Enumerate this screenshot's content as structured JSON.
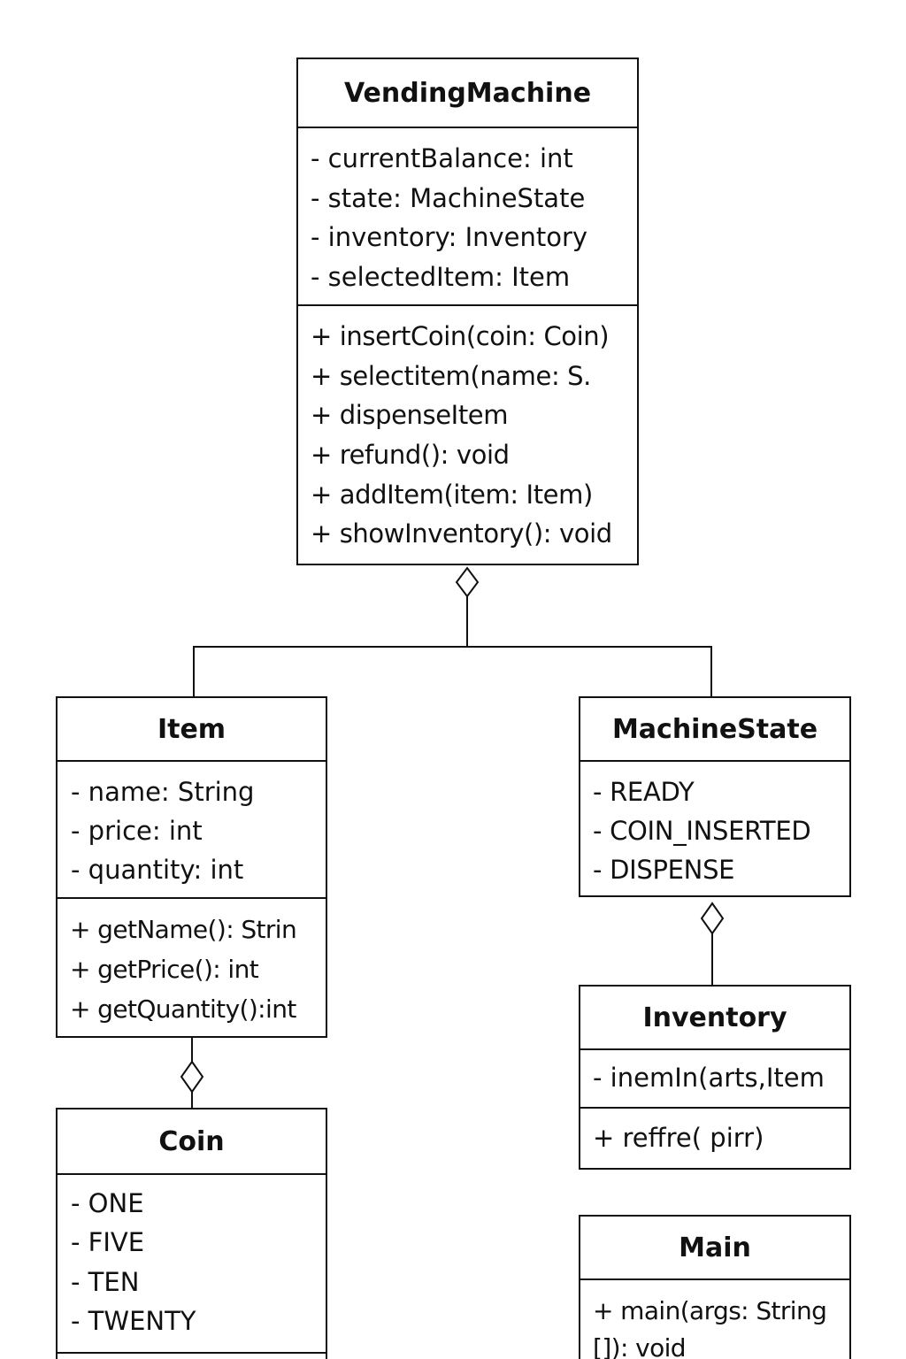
{
  "classes": {
    "vending_machine": {
      "name": "VendingMachine",
      "attributes": [
        "- currentBalance: int",
        "- state: MachineState",
        "- inventory: Inventory",
        "- selectedItem: Item"
      ],
      "operations": [
        "+ insertCoin(coin: Coin)",
        "+ selectitem(name: S.",
        "+ dispenseItem",
        "+ refund(): void",
        "+ addItem(item: Item)",
        "+ showInventory(): void"
      ]
    },
    "item": {
      "name": "Item",
      "attributes": [
        "- name: String",
        "- price: int",
        "- quantity: int"
      ],
      "operations": [
        "+ getName(): Strin",
        "+ getPrice(): int",
        "+ getQuantity():int"
      ]
    },
    "machine_state": {
      "name": "MachineState",
      "attributes": [
        "- READY",
        "- COIN_INSERTED",
        "- DISPENSE"
      ]
    },
    "inventory": {
      "name": "Inventory",
      "attributes": [
        "- inemIn(arts,Item"
      ],
      "operations": [
        "+ reffre( pirr)"
      ]
    },
    "coin": {
      "name": "Coin",
      "attributes": [
        "- ONE",
        "- FIVE",
        "- TEN",
        "- TWENTY"
      ]
    },
    "main": {
      "name": "Main",
      "operations": [
        "+ main(args: String",
        "[]): void"
      ]
    }
  },
  "relationships": [
    {
      "type": "aggregation",
      "whole": "VendingMachine",
      "parts": [
        "Item",
        "MachineState"
      ]
    },
    {
      "type": "aggregation",
      "whole": "MachineState",
      "parts": [
        "Inventory"
      ]
    },
    {
      "type": "aggregation",
      "whole": "Item",
      "parts": [
        "Coin"
      ]
    }
  ],
  "colors": {
    "line": "#111111",
    "background": "#ffffff"
  }
}
